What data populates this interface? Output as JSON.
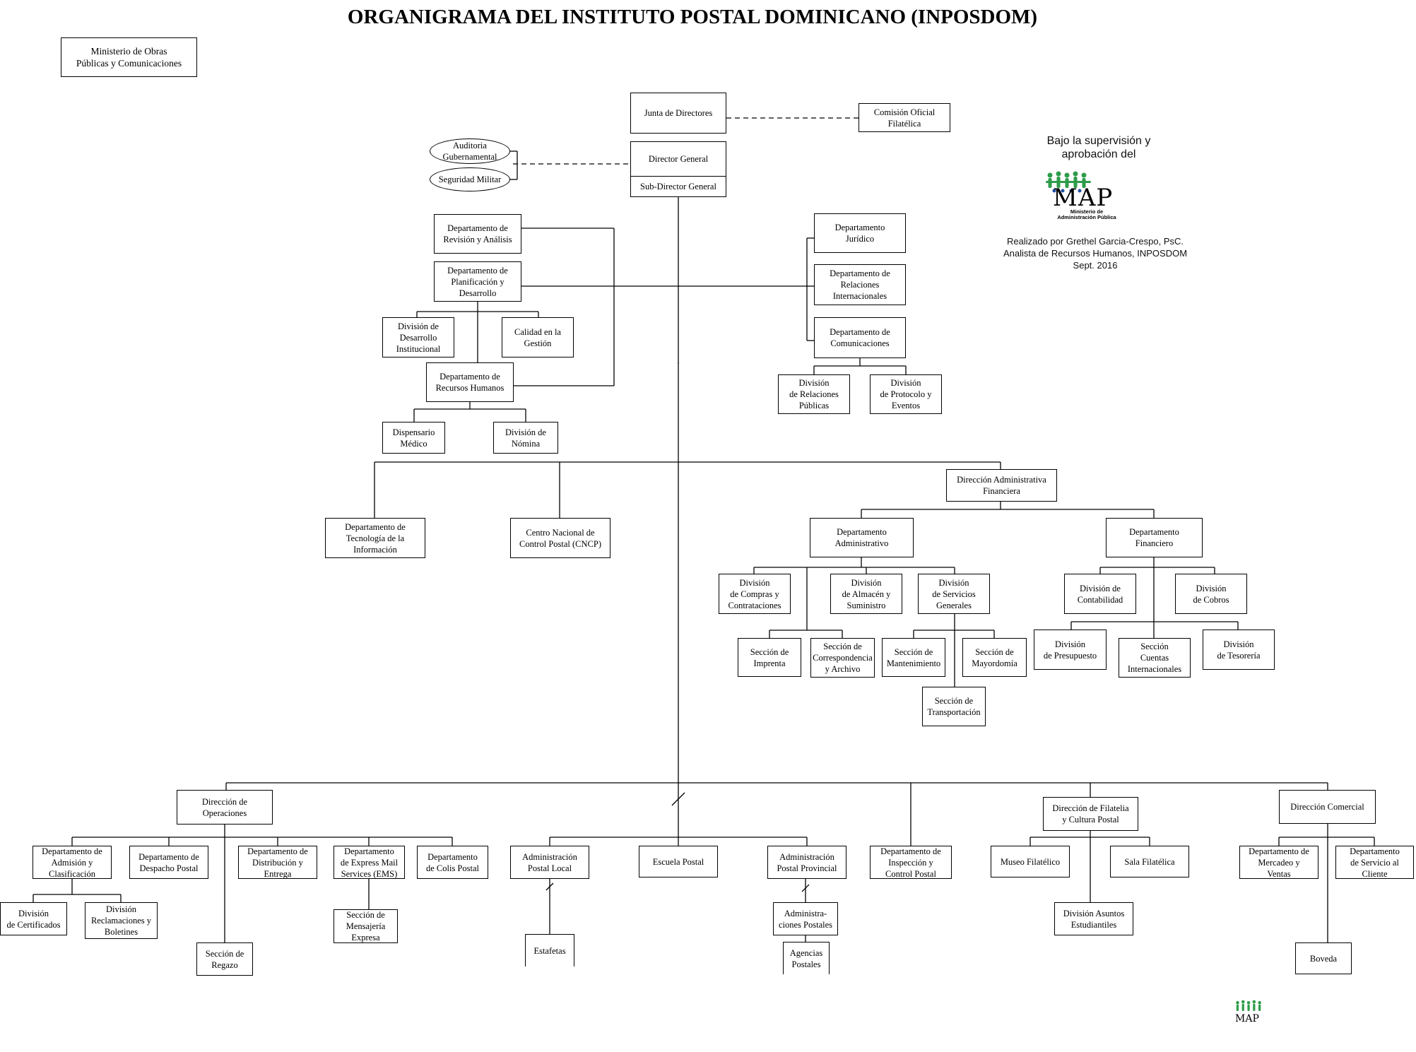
{
  "title": "ORGANIGRAMA DEL INSTITUTO POSTAL DOMINICANO (INPOSDOM)",
  "ministerio": "Ministerio de Obras\nPúblicas y Comunicaciones",
  "supervision_note": "Bajo la supervisión y\naprobación del",
  "logo": {
    "letters": "MAP",
    "tagline": "Ministerio de\nAdministración Pública",
    "icon": "people-group-logo",
    "colors": {
      "people": "#2e9c4a",
      "accent": "#1f4fa0",
      "text": "#000000"
    }
  },
  "author_note": "Realizado por Grethel Garcia-Crespo, PsC.\nAnalista de Recursos Humanos, INPOSDOM\nSept. 2016",
  "units": {
    "junta": "Junta de Directores",
    "comision": "Comisión Oficial\nFilatélica",
    "auditoria": "Auditoria\nGubernamental",
    "seguridad": "Seguridad Militar",
    "director": "Director General",
    "subdirector": "Sub-Director General",
    "revision": "Departamento de\nRevisión y Análisis",
    "planificacion": "Departamento de\nPlanificación y\nDesarrollo",
    "div_desarrollo": "División de\nDesarrollo\nInstitucional",
    "calidad": "Calidad en la\nGestión",
    "rrhh": "Departamento de\nRecursos Humanos",
    "dispensario": "Dispensario\nMédico",
    "nomina": "División de\nNómina",
    "juridico": "Departamento\nJurídico",
    "rel_internacionales": "Departamento de\nRelaciones\nInternacionales",
    "comunicaciones": "Departamento de\nComunicaciones",
    "rel_publicas": "División\nde Relaciones\nPúblicas",
    "protocolo": "División\nde Protocolo y\nEventos",
    "tecnologia": "Departamento de\nTecnología de la\nInformación",
    "cncp": "Centro Nacional de\nControl Postal (CNCP)",
    "dir_admin_fin": "Dirección Administrativa\nFinanciera",
    "dep_admin": "Departamento\nAdministrativo",
    "dep_financiero": "Departamento\nFinanciero",
    "compras": "División\nde Compras y\nContrataciones",
    "almacen": "División\nde Almacén y\nSuministro",
    "serv_generales": "División\nde Servicios\nGenerales",
    "imprenta": "Sección de\nImprenta",
    "correspondencia": "Sección de\nCorrespondencia\ny Archivo",
    "mantenimiento": "Sección de\nMantenimiento",
    "mayordomia": "Sección de\nMayordomía",
    "transportacion": "Sección de\nTransportación",
    "contabilidad": "División de\nContabilidad",
    "cobros": "División\nde Cobros",
    "presupuesto": "División\nde Presupuesto",
    "cuentas_int": "Sección\nCuentas\nInternacionales",
    "tesoreria": "División\nde Tesorería",
    "dir_operaciones": "Dirección de\nOperaciones",
    "admision": "Departamento de\nAdmisión y\nClasificación",
    "despacho": "Departamento de\nDespacho Postal",
    "distribucion": "Departamento de\nDistribución y\nEntrega",
    "ems": "Departamento\nde Express Mail\nServices (EMS)",
    "colis": "Departamento\nde Colis Postal",
    "certificados": "División\nde Certificados",
    "reclamaciones": "División\nReclamaciones y\nBoletines",
    "regazo": "Sección de\nRegazo",
    "mensajeria": "Sección de\nMensajería\nExpresa",
    "admin_local": "Administración\nPostal Local",
    "escuela": "Escuela Postal",
    "admin_provincial": "Administración\nPostal Provincial",
    "estafetas": "Estafetas",
    "admin_postales": "Administra-\nciones Postales",
    "agencias": "Agencias\nPostales",
    "inspeccion": "Departamento de\nInspección y\nControl Postal",
    "dir_filatelia": "Dirección de Filatelia\ny Cultura Postal",
    "museo": "Museo Filatélico",
    "sala": "Sala Filatélica",
    "estudiantiles": "División Asuntos\nEstudiantiles",
    "dir_comercial": "Dirección Comercial",
    "mercadeo": "Departamento de\nMercadeo y\nVentas",
    "serv_cliente": "Departamento\nde Servicio al\nCliente",
    "boveda": "Boveda"
  }
}
